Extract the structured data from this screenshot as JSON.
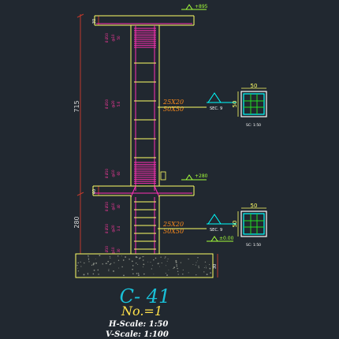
{
  "drawing": {
    "level_top": "+895",
    "level_mid": "+280",
    "level_base": "±0.00",
    "overall_height": "715",
    "lower_height": "280",
    "beam_top": "30",
    "beam_mid": "40",
    "footing_depth": "30",
    "col_label_upper_1": "25X20",
    "col_label_upper_2": "50X50",
    "col_label_lower_1": "25X20",
    "col_label_lower_2": "50X50",
    "section_1_tag": "SEC. 9",
    "section_2_tag": "SEC. 9",
    "section_1_width": "50",
    "section_1_height": "50",
    "section_2_width": "50",
    "section_2_height": "50",
    "section_1_scale": "SC: 1:50",
    "section_2_scale": "SC: 1:50",
    "title": "C- 41",
    "number": "No.=1",
    "h_scale": "H-Scale:  1:50",
    "v_scale": "V-Scale:  1:100"
  },
  "colors": {
    "background": "#212830",
    "concrete": "#ffff66",
    "rebar": "#ff2fb4",
    "dimension": "#c0392b",
    "label_pink": "#ff3aa0",
    "label_orange": "#ff8c1a",
    "section_cyan": "#00ffff",
    "section_green": "#22dd22",
    "title_cyan": "#19c0d8",
    "subtitle_yellow": "#ffe14a",
    "level_green": "#a5ff3a"
  }
}
